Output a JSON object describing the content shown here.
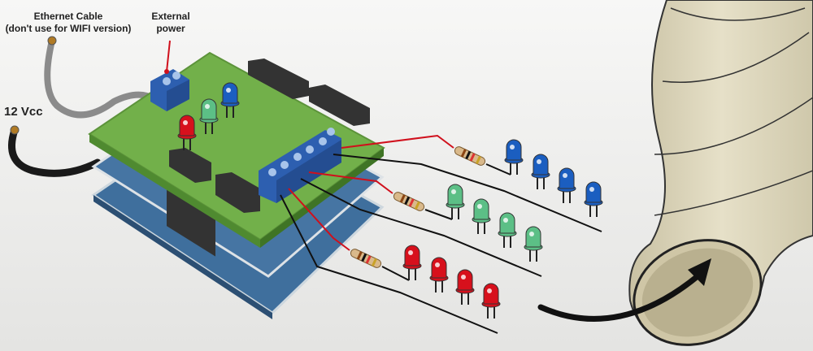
{
  "labels": {
    "ethernet_line1": "Ethernet Cable",
    "ethernet_line2": "(don't use for WIFI version)",
    "external_power_line1": "External",
    "external_power_line2": "power",
    "vcc": "12 Vcc"
  },
  "colors": {
    "board_green": "#72b04a",
    "board_blue": "#3f6f9d",
    "terminal_blue": "#2d5fb0",
    "led_red": "#d7101c",
    "led_green": "#5cbf86",
    "led_blue": "#1b5ec0",
    "wire_red": "#d0101c",
    "tube": "#ddd6bc"
  },
  "led_strings": [
    {
      "color": "blue",
      "count": 4
    },
    {
      "color": "green",
      "count": 4
    },
    {
      "color": "red",
      "count": 4
    }
  ],
  "board_leds": [
    "red",
    "green",
    "blue"
  ]
}
